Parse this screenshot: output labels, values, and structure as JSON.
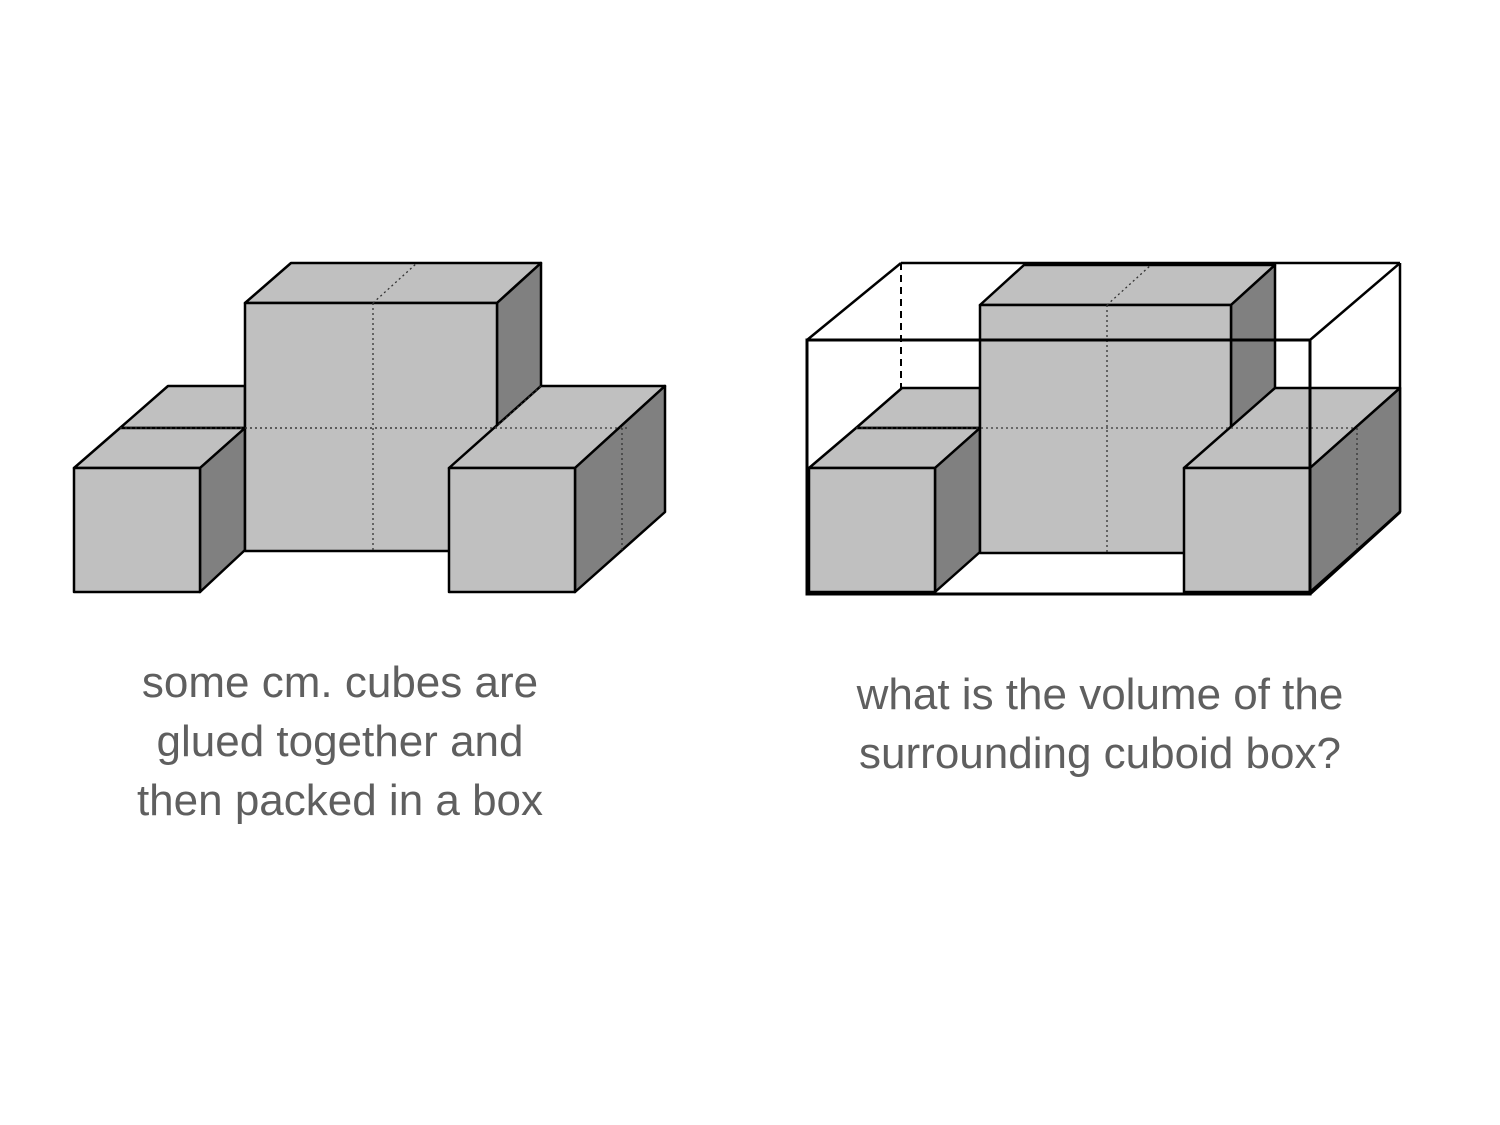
{
  "captions": {
    "left": {
      "line1": "some cm. cubes are",
      "line2": "glued together and",
      "line3": "then packed in a box"
    },
    "right": {
      "line1": "what is the volume of the",
      "line2": "surrounding cuboid box?"
    }
  },
  "colors": {
    "cube_front": "#c0c0c0",
    "cube_side": "#808080",
    "outline": "#000000",
    "text": "#5f5f5f"
  }
}
